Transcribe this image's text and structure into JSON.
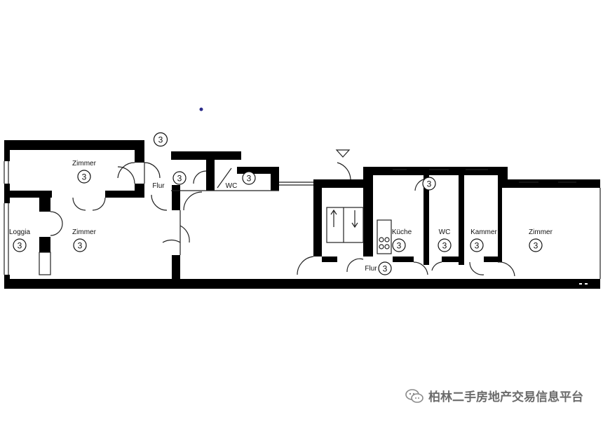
{
  "rooms": {
    "zimmer_top": {
      "label": "Zimmer",
      "num": "3"
    },
    "flur_left": {
      "label": "Flur",
      "num": "3"
    },
    "wc_left": {
      "label": "WC",
      "num": "3"
    },
    "loggia": {
      "label": "Loggia",
      "num": "3"
    },
    "zimmer_mid": {
      "label": "Zimmer",
      "num": "3"
    },
    "kueche": {
      "label": "Küche",
      "num": "3"
    },
    "wc_right": {
      "label": "WC",
      "num": "3"
    },
    "kammer": {
      "label": "Kammer",
      "num": "3"
    },
    "zimmer_right": {
      "label": "Zimmer",
      "num": "3"
    },
    "flur_right": {
      "label": "Flur",
      "num": "3"
    }
  },
  "markers": {
    "entry_top": "3",
    "kitchen_door": "3"
  },
  "watermark": {
    "text": "柏林二手房地产交易信息平台",
    "icon": "wechat-icon"
  },
  "colors": {
    "wall": "#000000",
    "line": "#222222",
    "dot": "#2b2b8a",
    "watermark": "#6b6b6b"
  }
}
